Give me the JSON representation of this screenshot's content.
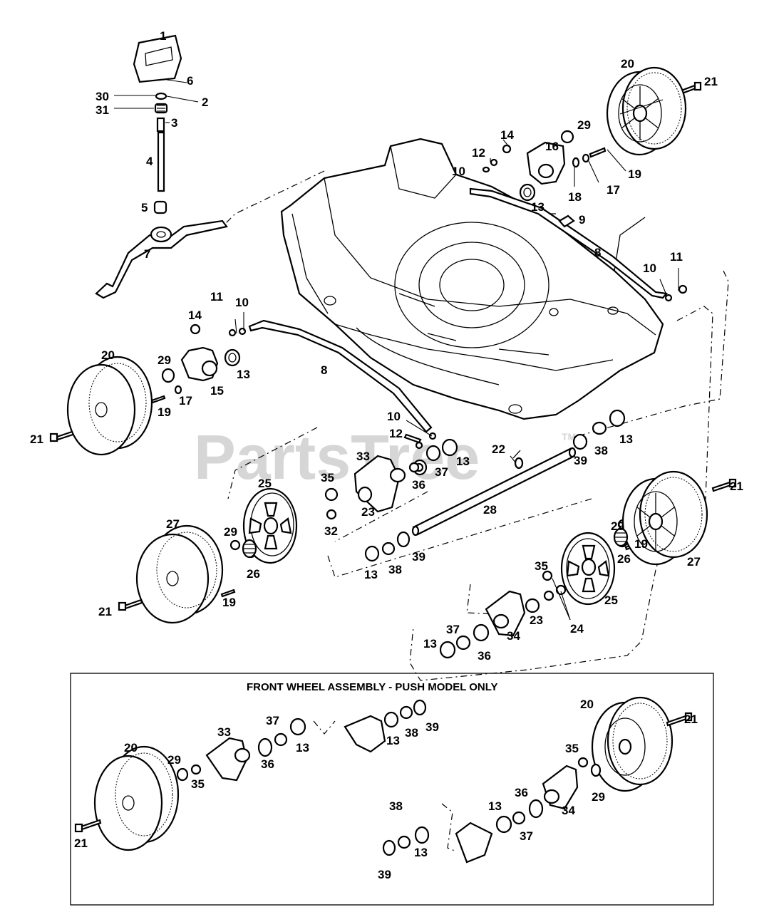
{
  "watermark": {
    "brand": "PartsTree",
    "trademark": "TM"
  },
  "inset": {
    "title": "FRONT WHEEL ASSEMBLY - PUSH MODEL ONLY"
  },
  "callouts": {
    "c1": "1",
    "c2": "2",
    "c3": "3",
    "c4": "4",
    "c5": "5",
    "c6": "6",
    "c7": "7",
    "c8a": "8",
    "c8b": "8",
    "c9": "9",
    "c10a": "10",
    "c10b": "10",
    "c10c": "10",
    "c10d": "10",
    "c11a": "11",
    "c11b": "11",
    "c12a": "12",
    "c12b": "12",
    "c13a": "13",
    "c13b": "13",
    "c13c": "13",
    "c13d": "13",
    "c13e": "13",
    "c13f": "13",
    "c14a": "14",
    "c14b": "14",
    "c15": "15",
    "c16": "16",
    "c17a": "17",
    "c17b": "17",
    "c18": "18",
    "c19a": "19",
    "c19b": "19",
    "c19c": "19",
    "c19d": "19",
    "c20a": "20",
    "c20b": "20",
    "c21a": "21",
    "c21b": "21",
    "c21c": "21",
    "c21d": "21",
    "c22": "22",
    "c23a": "23",
    "c23b": "23",
    "c24": "24",
    "c25a": "25",
    "c25b": "25",
    "c26a": "26",
    "c26b": "26",
    "c27a": "27",
    "c27b": "27",
    "c28": "28",
    "c29a": "29",
    "c29b": "29",
    "c29c": "29",
    "c30": "30",
    "c31": "31",
    "c32": "32",
    "c33": "33",
    "c34": "34",
    "c35a": "35",
    "c35b": "35",
    "c36a": "36",
    "c36b": "36",
    "c37a": "37",
    "c37b": "37",
    "c38a": "38",
    "c38b": "38",
    "c39a": "39",
    "c39b": "39"
  },
  "inset_callouts": {
    "c20l": "20",
    "c21l": "21",
    "c29l": "29",
    "c35l": "35",
    "c33": "33",
    "c36l": "36",
    "c37l": "37",
    "c13l": "13",
    "c13m": "13",
    "c38m": "38",
    "c39m": "39",
    "c20r": "20",
    "c21r": "21",
    "c35r": "35",
    "c29r": "29",
    "c34": "34",
    "c36r": "36",
    "c37r": "37",
    "c13r": "13",
    "c38b": "38",
    "c13b": "13",
    "c39b": "39"
  }
}
